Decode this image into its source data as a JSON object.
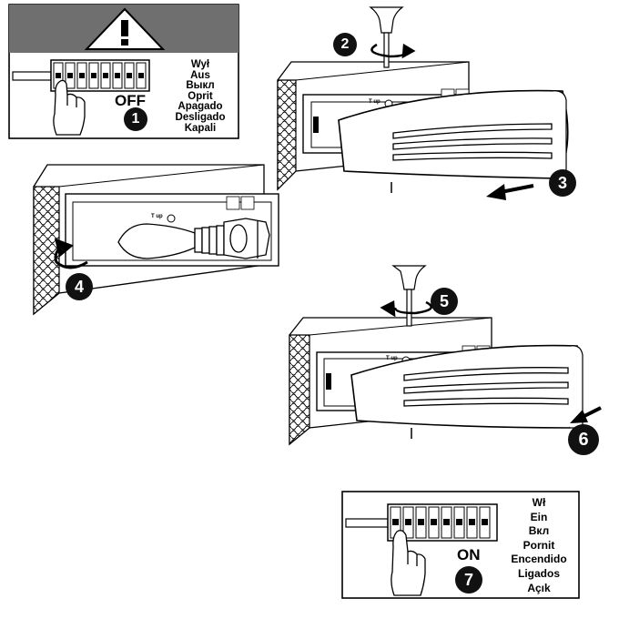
{
  "panel_off": {
    "state": "OFF",
    "step": "1",
    "labels": [
      "Wył",
      "Aus",
      "Выкл",
      "Oprit",
      "Apagado",
      "Desligado",
      "Kapali"
    ]
  },
  "panel_on": {
    "state": "ON",
    "step": "7",
    "labels": [
      "Wł",
      "Ein",
      "Вкл",
      "Pornit",
      "Encendido",
      "Ligados",
      "Açık"
    ]
  },
  "steps": [
    "2",
    "3",
    "4",
    "5",
    "6"
  ],
  "fixture_mark": "T up",
  "colors": {
    "ink": "#000000",
    "badge": "#111111",
    "banner": "#6f6f6f",
    "background": "#ffffff"
  },
  "icons": [
    "warning-icon",
    "screwdriver-icon",
    "rotate-arrow-icon",
    "push-arrow-icon",
    "hand-icon",
    "switch-icon",
    "bulb-icon"
  ]
}
